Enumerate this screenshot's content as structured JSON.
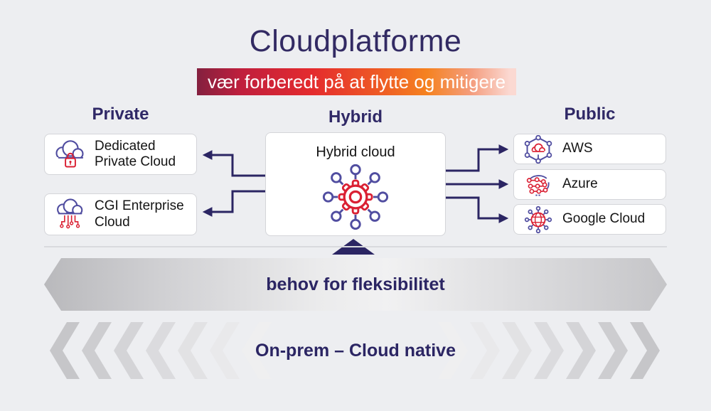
{
  "title": {
    "text": "Cloudplatforme"
  },
  "banner": {
    "text": "vær forberedt på at flytte og mitigere"
  },
  "columns": {
    "private": {
      "heading": "Private",
      "items": [
        {
          "label": "Dedicated Private Cloud",
          "icon": "cloud-lock-icon"
        },
        {
          "label": "CGI Enterprise Cloud",
          "icon": "cloud-circuit-icon"
        }
      ]
    },
    "hybrid": {
      "heading": "Hybrid",
      "box_label": "Hybrid cloud",
      "icon": "hybrid-hub-icon"
    },
    "public": {
      "heading": "Public",
      "items": [
        {
          "label": "AWS",
          "icon": "hexagon-cloud-icon"
        },
        {
          "label": "Azure",
          "icon": "circuit-nodes-icon"
        },
        {
          "label": "Google Cloud",
          "icon": "globe-network-icon"
        }
      ]
    }
  },
  "bands": {
    "flexibility": {
      "label": "behov for fleksibilitet"
    },
    "spectrum": {
      "label": "On-prem – Cloud native"
    }
  },
  "colors": {
    "background": "#edeef1",
    "navy": "#2b2563",
    "title_navy": "#322a63",
    "icon_purple": "#504da0",
    "icon_red": "#da2033",
    "banner_gradient_start": "#84203f",
    "banner_gradient_mid": "#f58220",
    "banner_gradient_end": "#fbd9d2",
    "card_border": "#d4d5d9",
    "band_gray_dark": "#b9b9bc",
    "band_gray_light": "#f1f1f2"
  }
}
